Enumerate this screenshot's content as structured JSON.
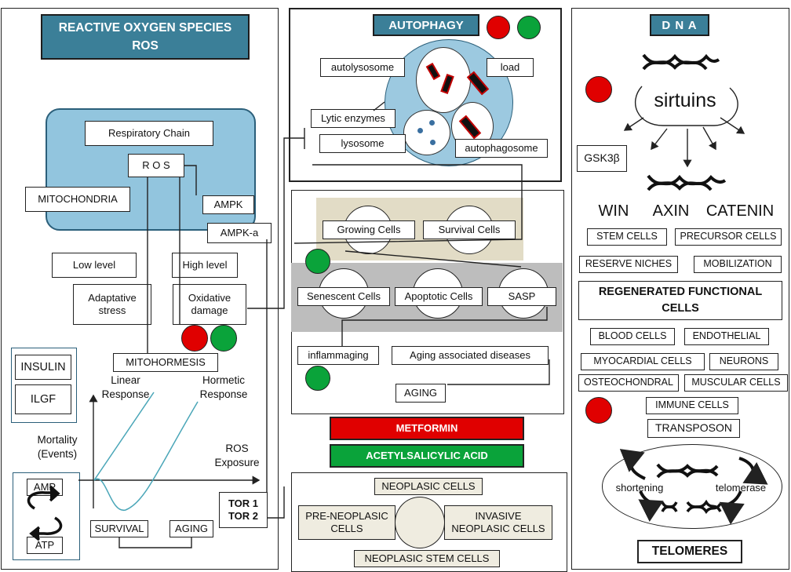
{
  "ros": {
    "title": "REACTIVE OXYGEN SPECIES\nROS",
    "respiratory_chain": "Respiratory Chain",
    "ros_box": "R O S",
    "mitochondria": "MITOCHONDRIA",
    "ampk": "AMPK",
    "ampk_a": "AMPK-a",
    "low_level": "Low level",
    "high_level": "High level",
    "adaptative_stress": "Adaptative\nstress",
    "oxidative_damage": "Oxidative\ndamage",
    "mitohormesis": "MITOHORMESIS",
    "insulin": "INSULIN",
    "ilgf": "ILGF",
    "linear_response": "Linear\nResponse",
    "hormetic_response": "Hormetic\nResponse",
    "mortality": "Mortality\n(Events)",
    "ros_exposure": "ROS\nExposure",
    "amp": "AMP",
    "atp": "ATP",
    "tor": "TOR 1\nTOR 2",
    "survival": "SURVIVAL",
    "aging": "AGING"
  },
  "autophagy": {
    "title": "AUTOPHAGY",
    "autolysosome": "autolysosome",
    "load": "load",
    "lytic_enzymes": "Lytic enzymes",
    "lysosome": "lysosome",
    "autophagosome": "autophagosome"
  },
  "cells": {
    "growing": "Growing Cells",
    "survival": "Survival Cells",
    "senescent": "Senescent Cells",
    "apoptotic": "Apoptotic Cells",
    "sasp": "SASP",
    "inflammaging": "inflammaging",
    "aging_diseases": "Aging associated diseases",
    "aging": "AGING"
  },
  "drugs": {
    "metformin": "METFORMIN",
    "acetylsalicylic": "ACETYLSALICYLIC ACID"
  },
  "neoplastic": {
    "cells": "NEOPLASIC CELLS",
    "pre": "PRE-NEOPLASIC\nCELLS",
    "invasive": "INVASIVE\nNEOPLASIC CELLS",
    "stem": "NEOPLASIC STEM CELLS"
  },
  "dna": {
    "title": "D N A",
    "sirtuins": "sirtuins",
    "gsk3b": "GSK3β",
    "win": "WIN",
    "axin": "AXIN",
    "catenin": "CATENIN",
    "stem_cells": "STEM CELLS",
    "precursor_cells": "PRECURSOR CELLS",
    "reserve_niches": "RESERVE NICHES",
    "mobilization": "MOBILIZATION",
    "regenerated": "REGENERATED FUNCTIONAL\nCELLS",
    "blood_cells": "BLOOD CELLS",
    "endothelial": "ENDOTHELIAL",
    "myocardial": "MYOCARDIAL CELLS",
    "neurons": "NEURONS",
    "osteochondral": "OSTEOCHONDRAL",
    "muscular": "MUSCULAR CELLS",
    "immune": "IMMUNE CELLS",
    "transposon": "TRANSPOSON",
    "shortening": "shortening",
    "telomerase": "telomerase",
    "telomeres": "TELOMERES"
  },
  "colors": {
    "title_bg": "#3b7f98",
    "mito_bg": "#92c5de",
    "red": "#e00000",
    "green": "#0aa33a",
    "tan": "#e2dcc6",
    "gray": "#bdbdbd"
  }
}
